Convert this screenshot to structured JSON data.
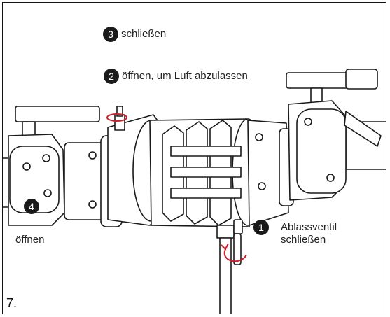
{
  "step_label": "7.",
  "callouts": [
    {
      "number": "3",
      "text": "schließen"
    },
    {
      "number": "2",
      "text": "öffnen, um Luft abzulassen"
    },
    {
      "number": "4",
      "text": "öffnen"
    },
    {
      "number": "1",
      "line1": "Ablassventil",
      "line2": "schließen"
    }
  ],
  "colors": {
    "accent_arrow": "#d11f2a",
    "line": "#1a1a1a",
    "background": "#ffffff"
  }
}
